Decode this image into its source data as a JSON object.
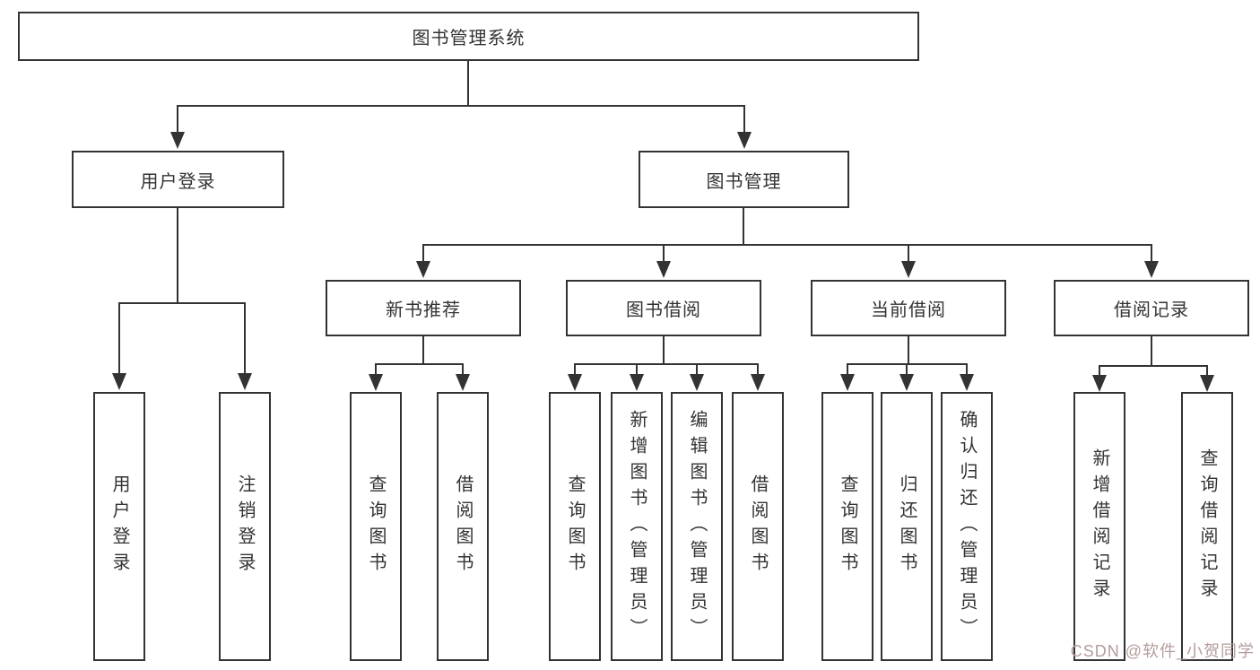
{
  "colors": {
    "line": "#333333",
    "text": "#333333",
    "background": "#ffffff",
    "watermark": "#b59c9c"
  },
  "tree": {
    "root": {
      "label": "图书管理系统"
    },
    "level2": [
      {
        "label": "用户登录"
      },
      {
        "label": "图书管理"
      }
    ],
    "level3": [
      {
        "label": "新书推荐"
      },
      {
        "label": "图书借阅"
      },
      {
        "label": "当前借阅"
      },
      {
        "label": "借阅记录"
      }
    ],
    "leaves": {
      "user_login": [
        "用户登录",
        "注销登录"
      ],
      "new_book_recommend": [
        "查询图书",
        "借阅图书"
      ],
      "book_borrow": [
        "查询图书",
        "新增图书（管理员）",
        "编辑图书（管理员）",
        "借阅图书"
      ],
      "current_borrow": [
        "查询图书",
        "归还图书",
        "确认归还（管理员）"
      ],
      "borrow_records": [
        "新增借阅记录",
        "查询借阅记录"
      ]
    }
  },
  "watermark": {
    "text": "CSDN @软件_小贺同学"
  }
}
